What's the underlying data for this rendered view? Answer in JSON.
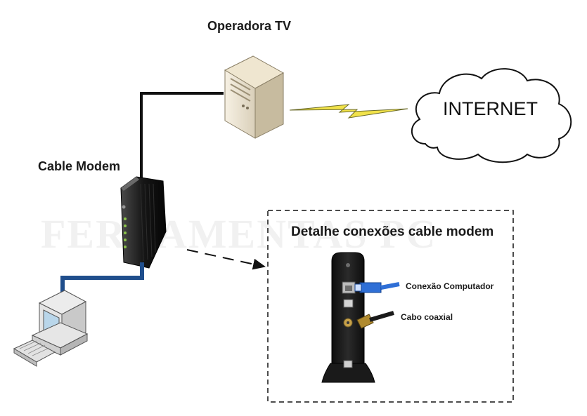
{
  "labels": {
    "operadora": "Operadora TV",
    "internet": "INTERNET",
    "cable_modem": "Cable Modem",
    "detalhe": "Detalhe conexões cable modem",
    "conexao_computador": "Conexão Computador",
    "cabo_coaxial": "Cabo coaxial"
  },
  "watermark": "FERRAMENTAS PC",
  "colors": {
    "tv_line": "#111111",
    "pc_cable": "#1f4e8c",
    "lightning": "#f1e24a",
    "ethernet_plug": "#2f6fd6"
  }
}
